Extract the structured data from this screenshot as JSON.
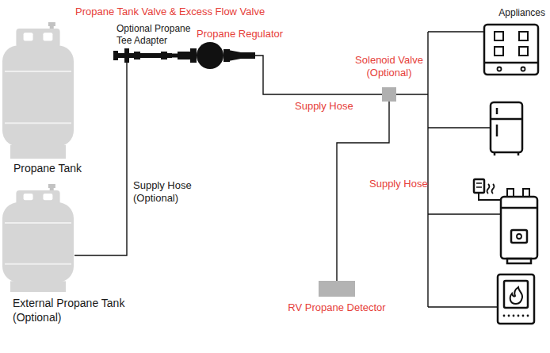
{
  "diagram": {
    "nodes": [
      {
        "text": [
          "Propane Tank"
        ]
      },
      {
        "text": [
          "External Propane Tank (Optional)"
        ]
      },
      {
        "text": [
          "Optional Propane Tee Adapter"
        ]
      },
      {
        "text": [
          "Propane Regulator"
        ]
      },
      {
        "text": [
          "Solenoid Valve (Optional)"
        ]
      },
      {
        "text": [
          "RV Propane Detector"
        ]
      }
    ],
    "edges": [
      {
        "from": 1,
        "to": 2,
        "arrow": "none",
        "label": "Supply Hose (Optional)"
      },
      {
        "from": 2,
        "to": 3,
        "arrow": "none"
      },
      {
        "from": 3,
        "to": 4,
        "arrow": "none",
        "label": "Supply Hose"
      },
      {
        "from": 4,
        "to": 5,
        "arrow": "none"
      }
    ],
    "labels": [
      "Propane Tank Valve & Excess Flow Valve",
      "Supply Hose",
      "Appliances"
    ]
  }
}
